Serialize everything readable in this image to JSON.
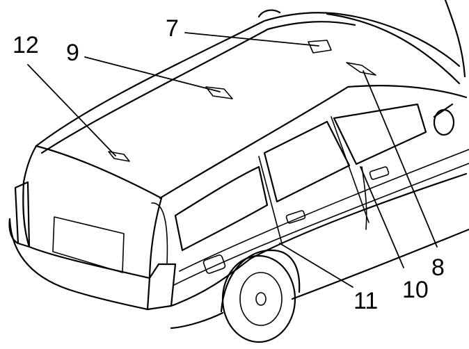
{
  "diagram": {
    "callouts": [
      {
        "id": "7",
        "label": "7"
      },
      {
        "id": "8",
        "label": "8"
      },
      {
        "id": "9",
        "label": "9"
      },
      {
        "id": "10",
        "label": "10"
      },
      {
        "id": "11",
        "label": "11"
      },
      {
        "id": "12",
        "label": "12"
      }
    ],
    "colors": {
      "ink": "#000000",
      "paper": "#ffffff"
    }
  }
}
